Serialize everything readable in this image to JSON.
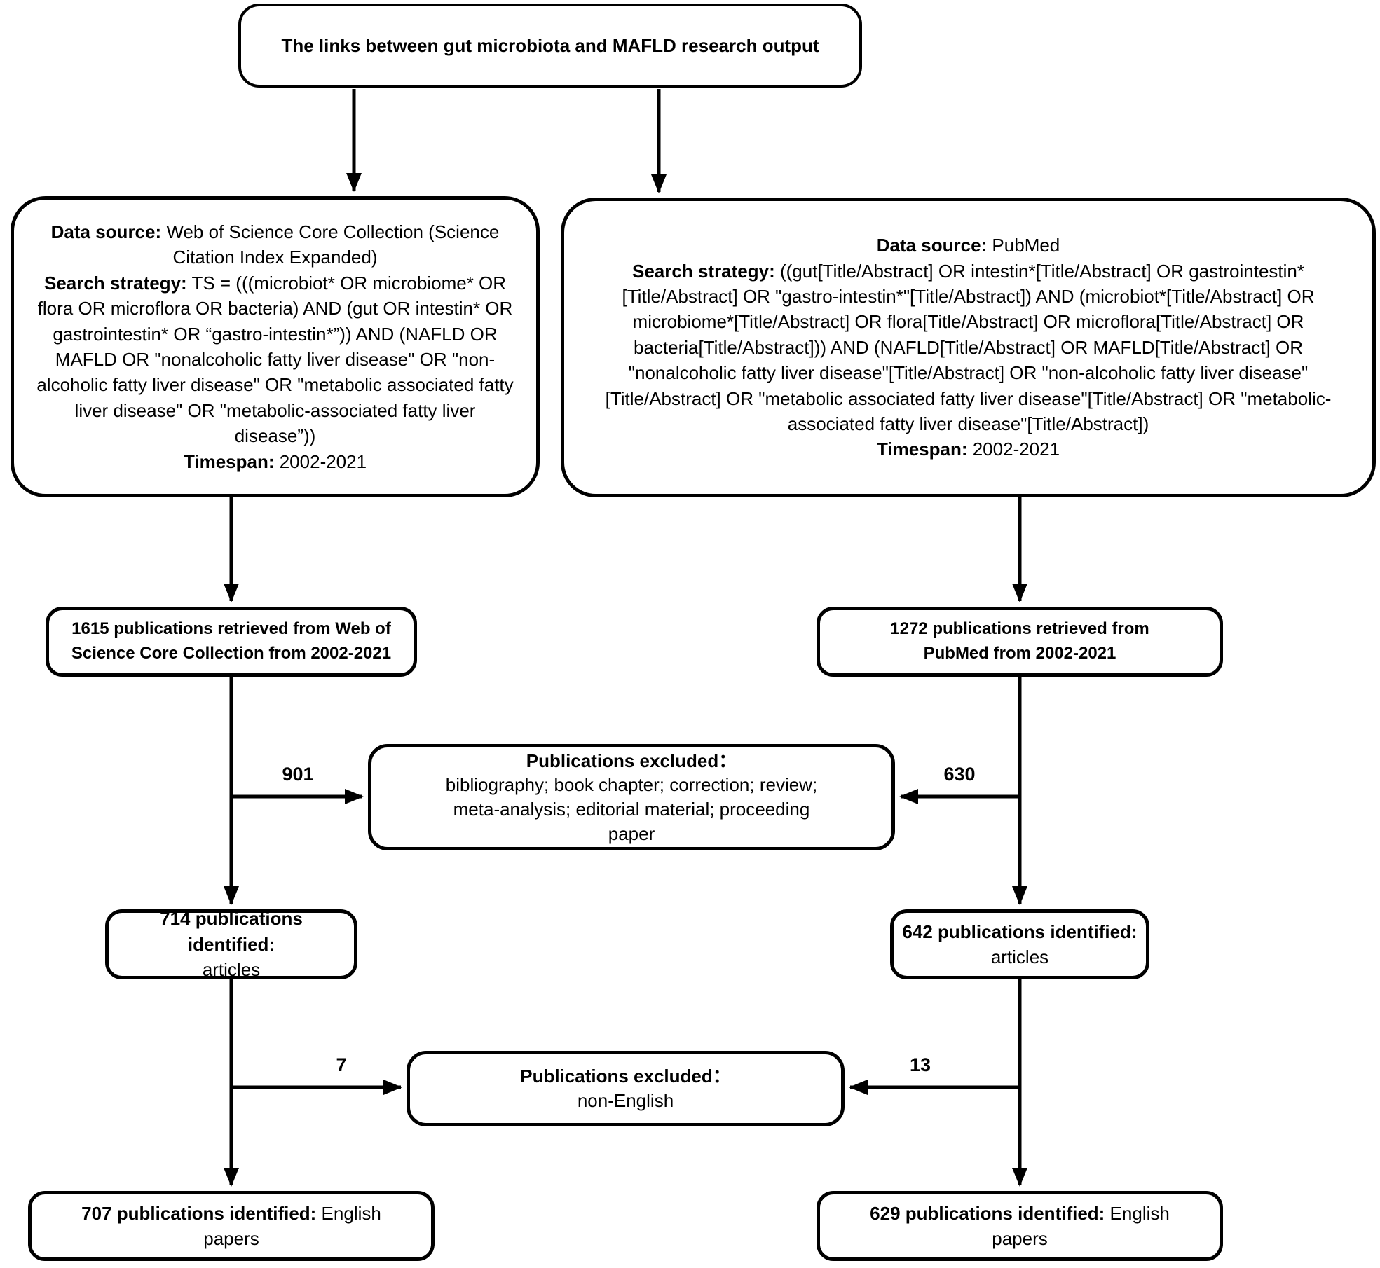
{
  "colors": {
    "ink": "#000000",
    "background": "#ffffff"
  },
  "title": {
    "text": "The links between gut microbiota and MAFLD research output"
  },
  "wos_source": {
    "data_source_label": "Data source:",
    "data_source_value": " Web of Science Core Collection (Science Citation Index Expanded)",
    "search_label": "Search strategy:",
    "search_value": " TS = (((microbiot* OR microbiome* OR flora OR microflora OR bacteria) AND (gut OR intestin* OR gastrointestin* OR “gastro-intestin*”)) AND (NAFLD OR MAFLD OR \"nonalcoholic fatty liver disease\" OR \"non-alcoholic fatty liver disease\" OR \"metabolic associated fatty liver disease\" OR \"metabolic-associated fatty liver disease”))",
    "timespan_label": "Timespan:",
    "timespan_value": " 2002-2021"
  },
  "pubmed_source": {
    "data_source_label": "Data source:",
    "data_source_value": " PubMed",
    "search_label": "Search strategy:",
    "search_value": " ((gut[Title/Abstract] OR intestin*[Title/Abstract] OR gastrointestin*[Title/Abstract] OR \"gastro-intestin*\"[Title/Abstract]) AND (microbiot*[Title/Abstract] OR microbiome*[Title/Abstract] OR flora[Title/Abstract] OR microflora[Title/Abstract] OR bacteria[Title/Abstract])) AND (NAFLD[Title/Abstract] OR MAFLD[Title/Abstract] OR \"nonalcoholic fatty liver disease\"[Title/Abstract] OR \"non-alcoholic fatty liver disease\"[Title/Abstract] OR \"metabolic associated fatty liver disease\"[Title/Abstract] OR \"metabolic-associated fatty liver disease\"[Title/Abstract])",
    "timespan_label": "Timespan:",
    "timespan_value": " 2002-2021"
  },
  "wos_retrieved": {
    "line1": "1615 publications retrieved from Web of",
    "line2": "Science Core Collection from 2002-2021"
  },
  "pubmed_retrieved": {
    "line1": "1272 publications retrieved from",
    "line2": "PubMed from 2002-2021"
  },
  "excluded_types": {
    "heading": "Publications excluded：",
    "body_lines": [
      "bibliography; book chapter; correction; review;",
      "meta-analysis; editorial material; proceeding",
      "paper"
    ]
  },
  "excluded_language": {
    "heading": "Publications excluded：",
    "body_lines": [
      "non-English"
    ]
  },
  "wos_articles": {
    "bold": "714 publications identified:",
    "line2": "articles"
  },
  "pubmed_articles": {
    "bold": "642 publications identified:",
    "line2": "articles"
  },
  "wos_english": {
    "bold": "707 publications identified:",
    "rest": " English",
    "line2": "papers"
  },
  "pubmed_english": {
    "bold": "629 publications identified:",
    "rest": " English",
    "line2": "papers"
  },
  "arrow_labels": {
    "wos_to_excluded_types": "901",
    "pubmed_to_excluded_types": "630",
    "wos_to_excluded_language": "7",
    "pubmed_to_excluded_language": "13"
  }
}
